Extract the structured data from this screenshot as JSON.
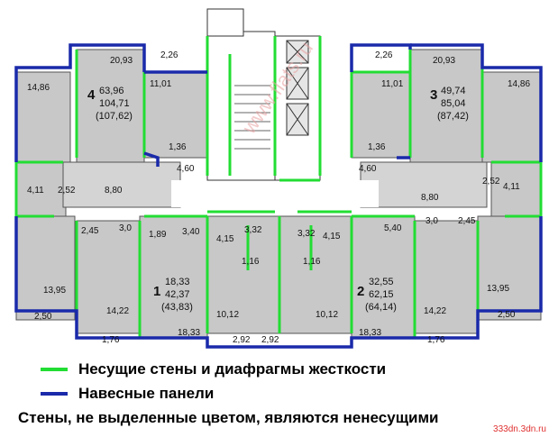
{
  "legend": {
    "load_bearing": {
      "label": "Несущие стены и диафрагмы жесткости",
      "color": "#22dd33"
    },
    "curtain_panels": {
      "label": "Навесные панели",
      "color": "#1a2aaa"
    }
  },
  "footnote": "Стены, не выделенные цветом, являются ненесущими",
  "watermark": "333dn.3dn.ru",
  "center_watermark": "www.flats.ru",
  "apartments": [
    {
      "number": "4",
      "areas": [
        "63,96",
        "104,71",
        "(107,62)"
      ]
    },
    {
      "number": "3",
      "areas": [
        "49,74",
        "85,04",
        "(87,42)"
      ]
    },
    {
      "number": "1",
      "areas": [
        "18,33",
        "42,37",
        "(43,83)"
      ]
    },
    {
      "number": "2",
      "areas": [
        "32,55",
        "62,15",
        "(64,14)"
      ]
    }
  ],
  "room_labels": [
    "20,93",
    "2,26",
    "14,86",
    "11,01",
    "1,36",
    "4,60",
    "2,52",
    "4,11",
    "8,80",
    "2,45",
    "3,0",
    "1,89",
    "3,40",
    "13,95",
    "2,50",
    "14,22",
    "1,76",
    "20,93",
    "2,26",
    "11,01",
    "14,86",
    "1,36",
    "4,60",
    "2,52",
    "4,11",
    "8,80",
    "5,40",
    "3,0",
    "2,45",
    "3,32",
    "4,15",
    "1,16",
    "3,32",
    "4,15",
    "1,16",
    "18,33",
    "10,12",
    "2,92",
    "10,12",
    "2,92",
    "18,33",
    "14,22",
    "1,76",
    "13,95",
    "2,50"
  ]
}
